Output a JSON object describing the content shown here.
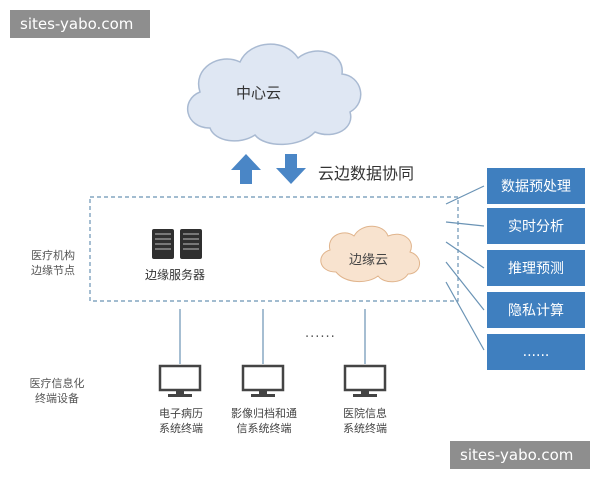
{
  "watermark": {
    "top": "sites-yabo.com",
    "bottom": "sites-yabo.com"
  },
  "center_cloud": {
    "label": "中心云"
  },
  "sync_label": "云边数据协同",
  "edge_node_label": [
    "医疗机构",
    "边缘节点"
  ],
  "edge_server": {
    "label": "边缘服务器"
  },
  "edge_cloud": {
    "label": "边缘云"
  },
  "terminal_layer_label": [
    "医疗信息化",
    "终端设备"
  ],
  "terminals": [
    {
      "line1": "电子病历",
      "line2": "系统终端"
    },
    {
      "line1": "影像归档和通",
      "line2": "信系统终端"
    },
    {
      "line1": "医院信息",
      "line2": "系统终端"
    }
  ],
  "terminal_more": "......",
  "functions": [
    "数据预处理",
    "实时分析",
    "推理预测",
    "隐私计算",
    "......"
  ],
  "colors": {
    "cloud_fill": "#dfe7f3",
    "arrow": "#4a86c6",
    "box": "#3f7fbf",
    "edge_cloud": "#f8e3cf"
  }
}
